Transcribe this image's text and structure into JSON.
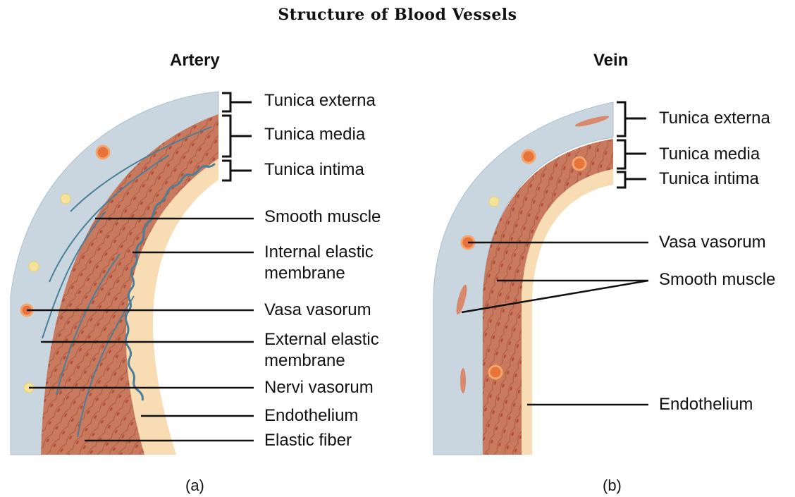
{
  "figure": {
    "title": "Structure of Blood Vessels"
  },
  "artery": {
    "heading": "Artery",
    "caption": "(a)",
    "labels": {
      "tunica_externa": "Tunica externa",
      "tunica_media": "Tunica media",
      "tunica_intima": "Tunica intima",
      "smooth_muscle": "Smooth muscle",
      "internal_elastic_1": "Internal elastic",
      "internal_elastic_2": "membrane",
      "vasa_vasorum": "Vasa vasorum",
      "external_elastic_1": "External elastic",
      "external_elastic_2": "membrane",
      "nervi_vasorum": "Nervi vasorum",
      "endothelium": "Endothelium",
      "elastic_fiber": "Elastic fiber"
    }
  },
  "vein": {
    "heading": "Vein",
    "caption": "(b)",
    "labels": {
      "tunica_externa": "Tunica externa",
      "tunica_media": "Tunica media",
      "tunica_intima": "Tunica intima",
      "vasa_vasorum": "Vasa vasorum",
      "smooth_muscle": "Smooth muscle",
      "endothelium": "Endothelium"
    }
  },
  "colors": {
    "externa": "#c9d6df",
    "media": "#c97a5e",
    "intima": "#f7dcb4",
    "elastic": "#4a7f99",
    "vessel": "#e8743b",
    "nerve": "#f6e39a"
  }
}
